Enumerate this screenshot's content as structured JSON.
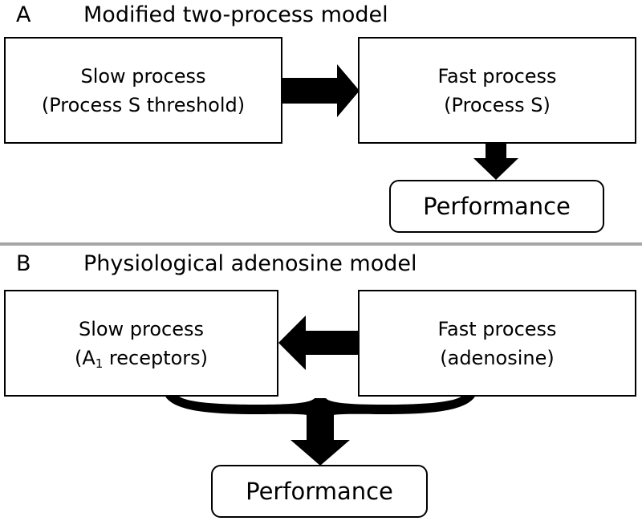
{
  "panel_a": {
    "label": "A",
    "title": "Modified two-process model",
    "slow_box": {
      "line1": "Slow process",
      "line2": "(Process S threshold)"
    },
    "fast_box": {
      "line1": "Fast process",
      "line2": "(Process S)"
    },
    "performance": "Performance"
  },
  "panel_b": {
    "label": "B",
    "title": "Physiological adenosine model",
    "slow_box": {
      "line1": "Slow process",
      "line2_prefix": "(A",
      "line2_sub": "1",
      "line2_suffix": " receptors)"
    },
    "fast_box": {
      "line1": "Fast process",
      "line2": "(adenosine)"
    },
    "performance": "Performance"
  },
  "colors": {
    "divider": "#a6a6a6",
    "ink": "#000000"
  }
}
